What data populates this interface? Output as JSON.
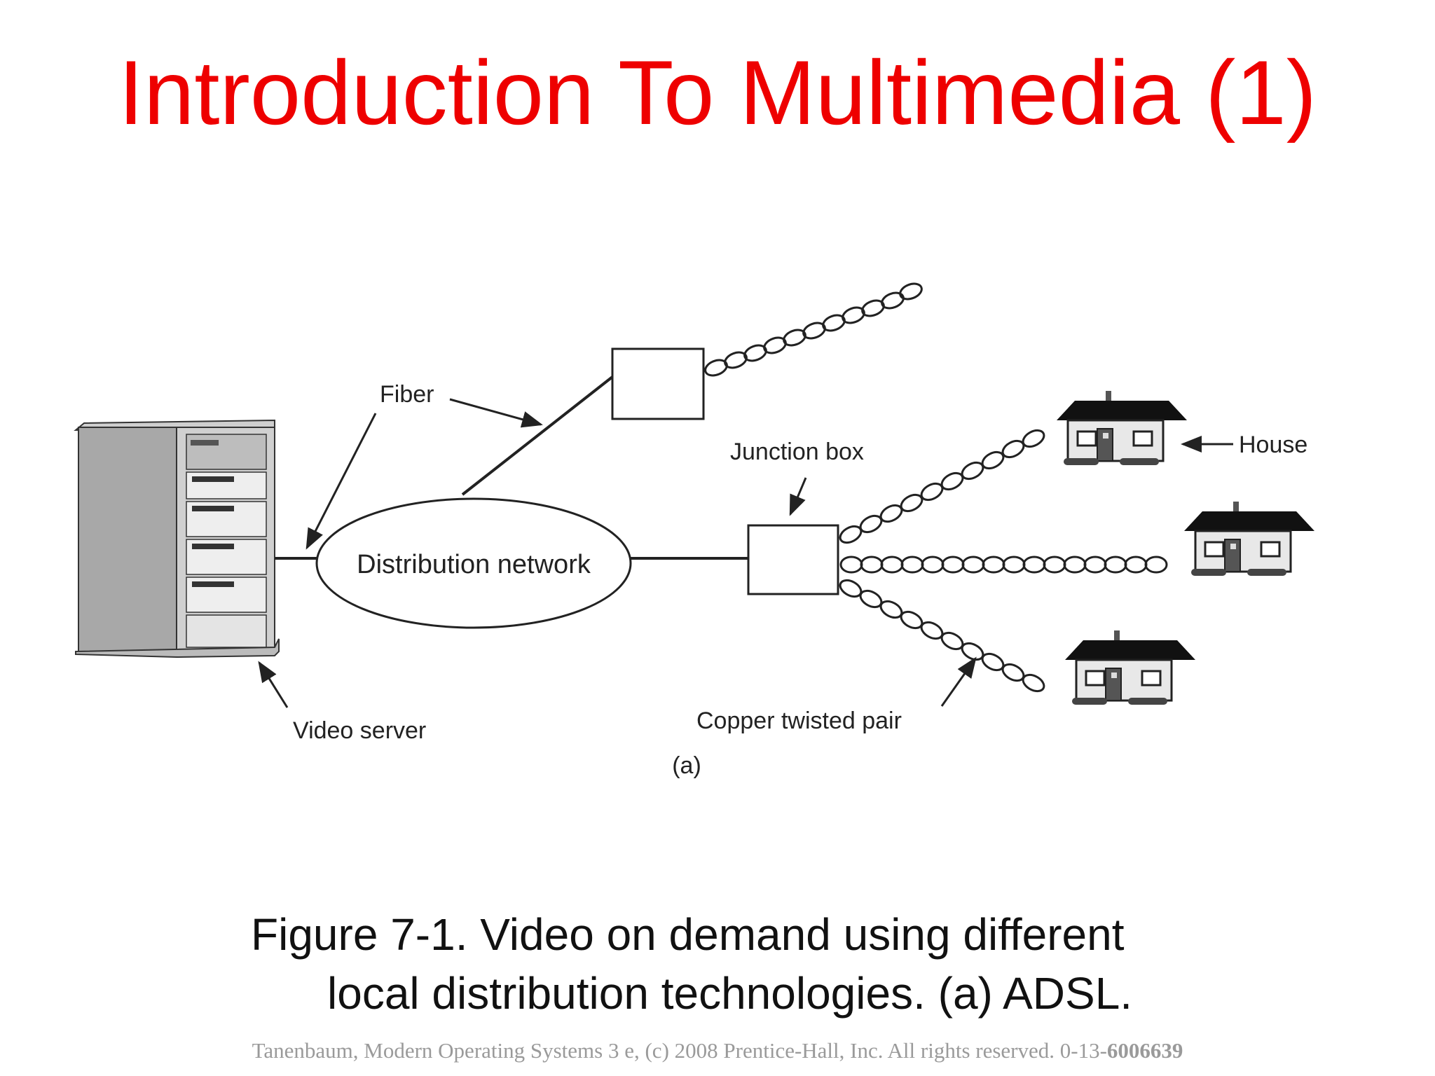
{
  "slide": {
    "title": "Introduction To Multimedia (1)"
  },
  "diagram": {
    "labels": {
      "fiber": "Fiber",
      "junction_box": "Junction box",
      "house": "House",
      "distribution_network": "Distribution network",
      "video_server": "Video server",
      "copper_twisted_pair": "Copper twisted pair",
      "panel": "(a)"
    }
  },
  "caption": {
    "line1": "Figure 7-1. Video on demand using different",
    "line2": "local distribution technologies.  (a) ADSL."
  },
  "footer": {
    "text": "Tanenbaum, Modern Operating Systems 3 e, (c) 2008 Prentice-Hall, Inc. All rights reserved. 0-13-",
    "code": "6006639"
  },
  "colors": {
    "title": "#ee0000",
    "footer": "#9a9a9a"
  }
}
